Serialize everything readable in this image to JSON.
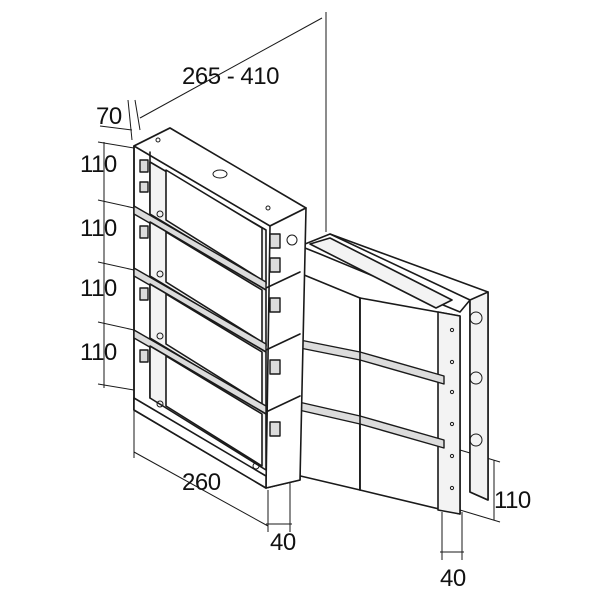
{
  "dimensions": {
    "top_width": "265 - 410",
    "depth": "70",
    "module_heights": [
      "110",
      "110",
      "110",
      "110"
    ],
    "bottom_width": "260",
    "bottom_depth": "40",
    "side_height": "110",
    "side_depth": "40"
  },
  "colors": {
    "line": "#1a1a1a",
    "background": "#ffffff"
  }
}
